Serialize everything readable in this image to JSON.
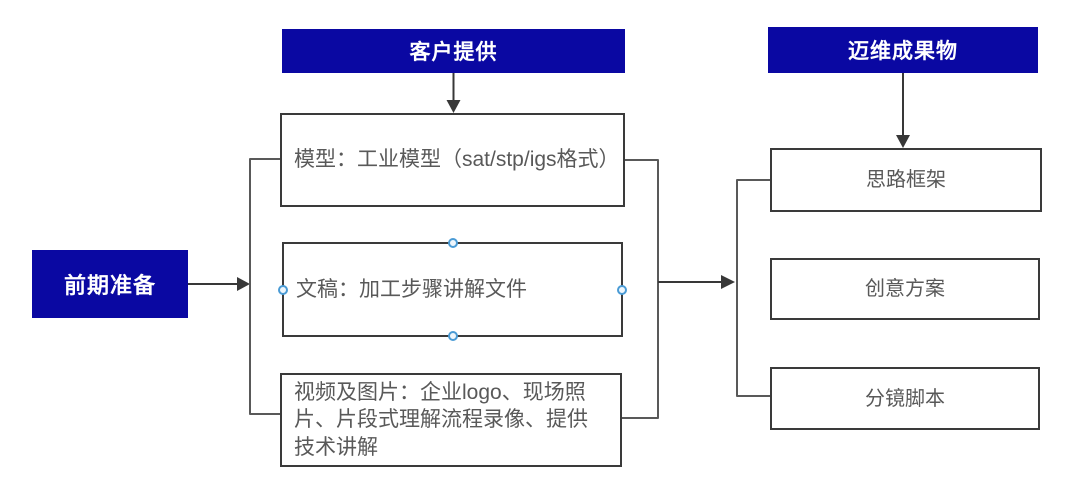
{
  "diagram": {
    "left_node": {
      "label": "前期准备"
    },
    "columns": [
      {
        "header": {
          "label": "客户提供"
        },
        "boxes": [
          {
            "label": "模型：工业模型（sat/stp/igs格式）"
          },
          {
            "label": "文稿：加工步骤讲解文件",
            "selected": true
          },
          {
            "label": "视频及图片：企业logo、现场照片、片段式理解流程录像、提供技术讲解"
          }
        ]
      },
      {
        "header": {
          "label": "迈维成果物"
        },
        "boxes": [
          {
            "label": "思路框架"
          },
          {
            "label": "创意方案"
          },
          {
            "label": "分镜脚本"
          }
        ]
      }
    ],
    "colors": {
      "header_bg": "#0a08a2",
      "header_text": "#ffffff",
      "box_border": "#3a3a3a",
      "box_text": "#595959",
      "connector": "#595959",
      "arrow": "#383838",
      "handle_stroke": "#4a9bd5",
      "handle_fill": "#eef6fc"
    }
  }
}
